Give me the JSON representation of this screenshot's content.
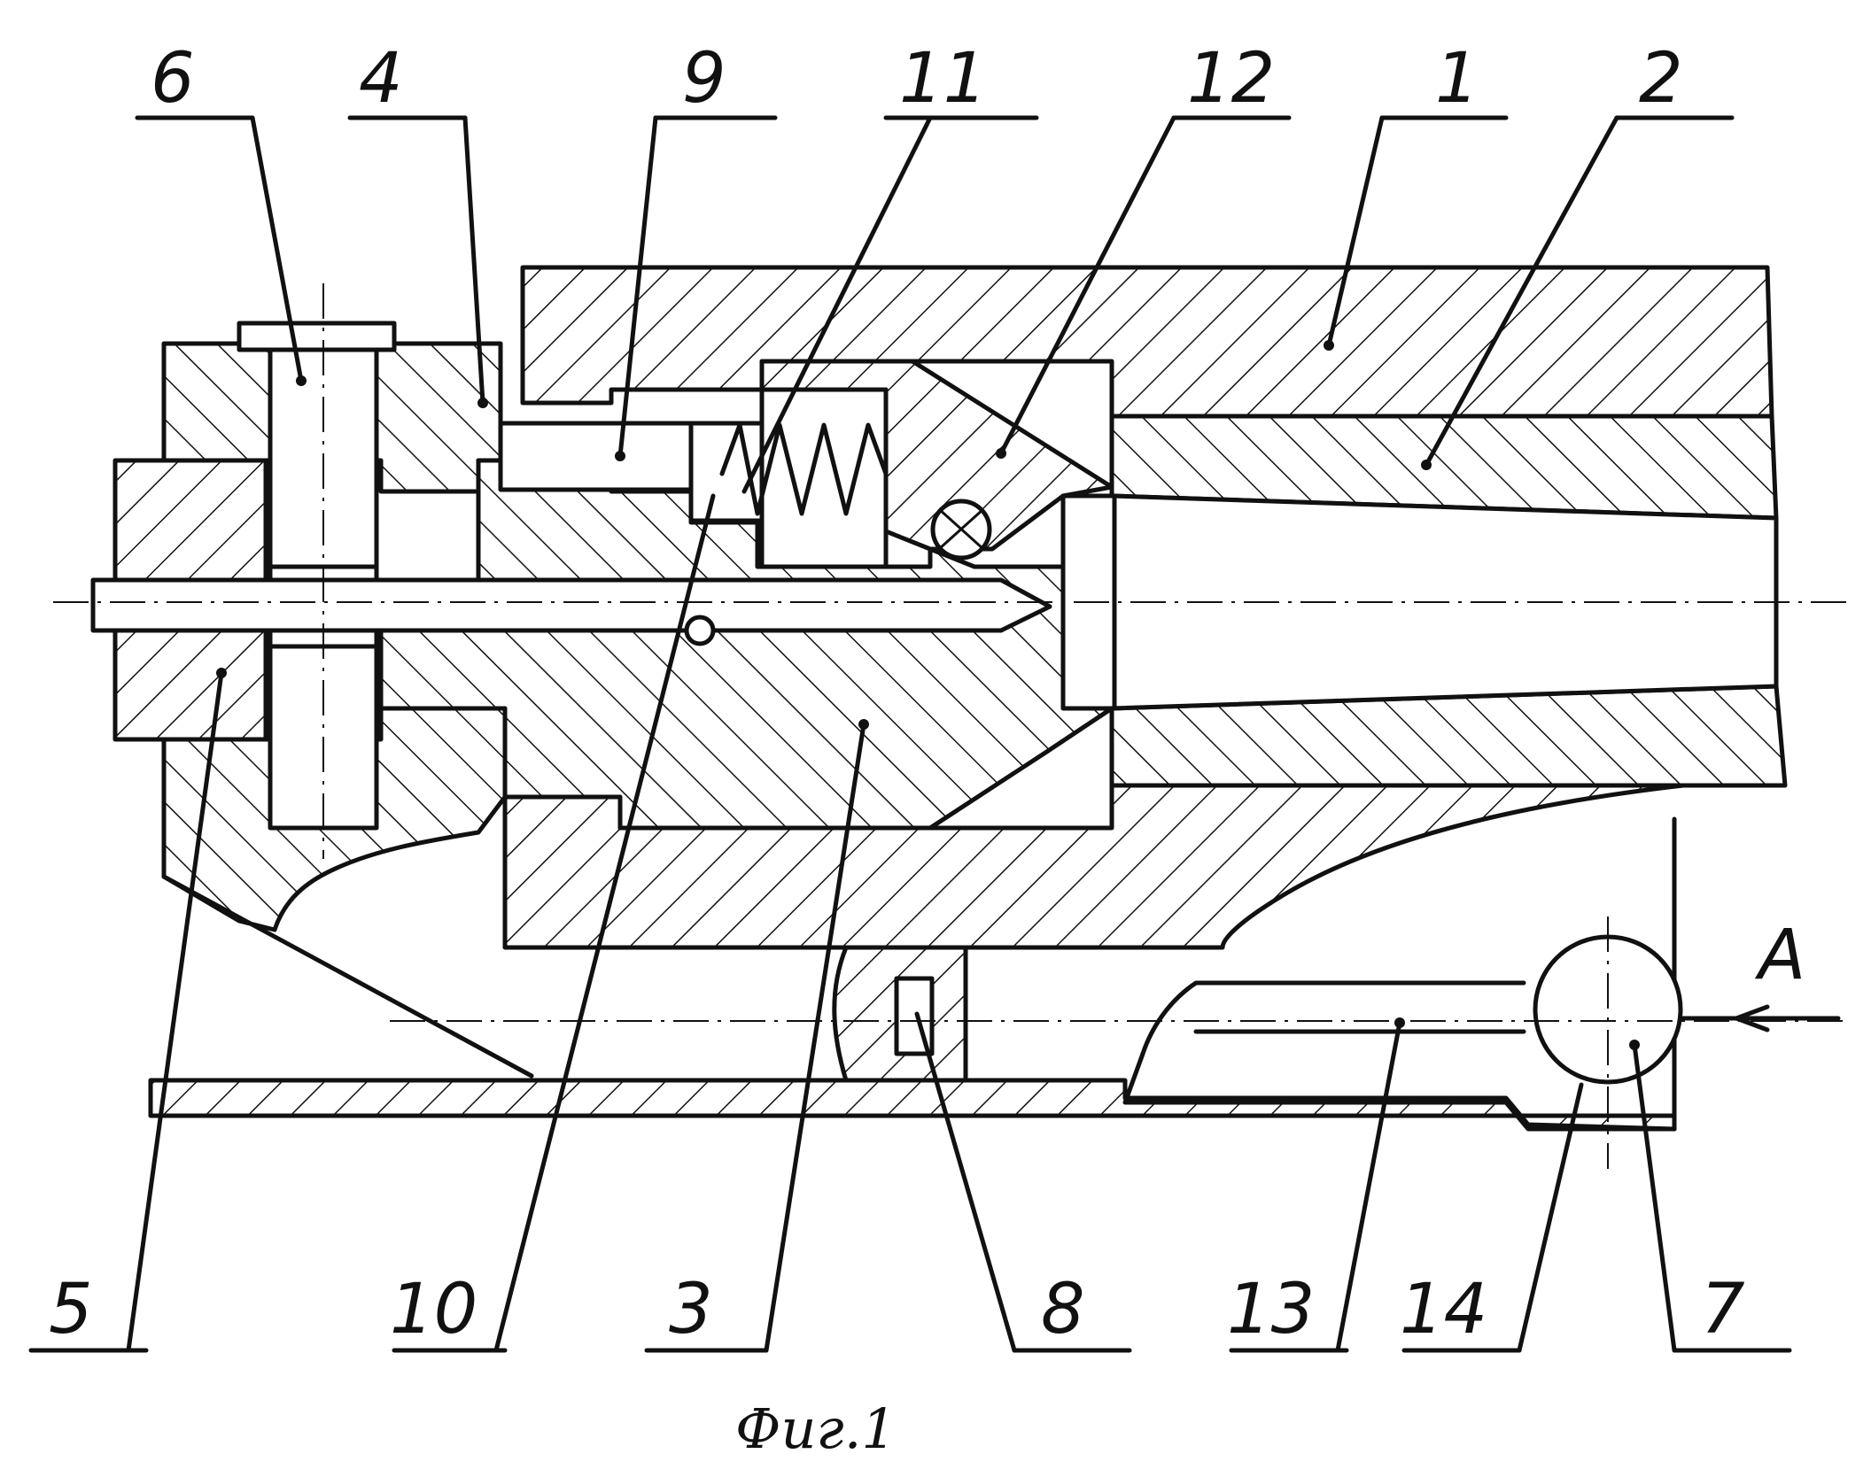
{
  "caption": "Фиг.1",
  "view_marker": "A",
  "labels": {
    "top": [
      "6",
      "4",
      "9",
      "11",
      "12",
      "1",
      "2"
    ],
    "bottom": [
      "5",
      "10",
      "3",
      "8",
      "13",
      "14",
      "7"
    ]
  },
  "colors": {
    "ink": "#111111",
    "paper": "#ffffff"
  }
}
